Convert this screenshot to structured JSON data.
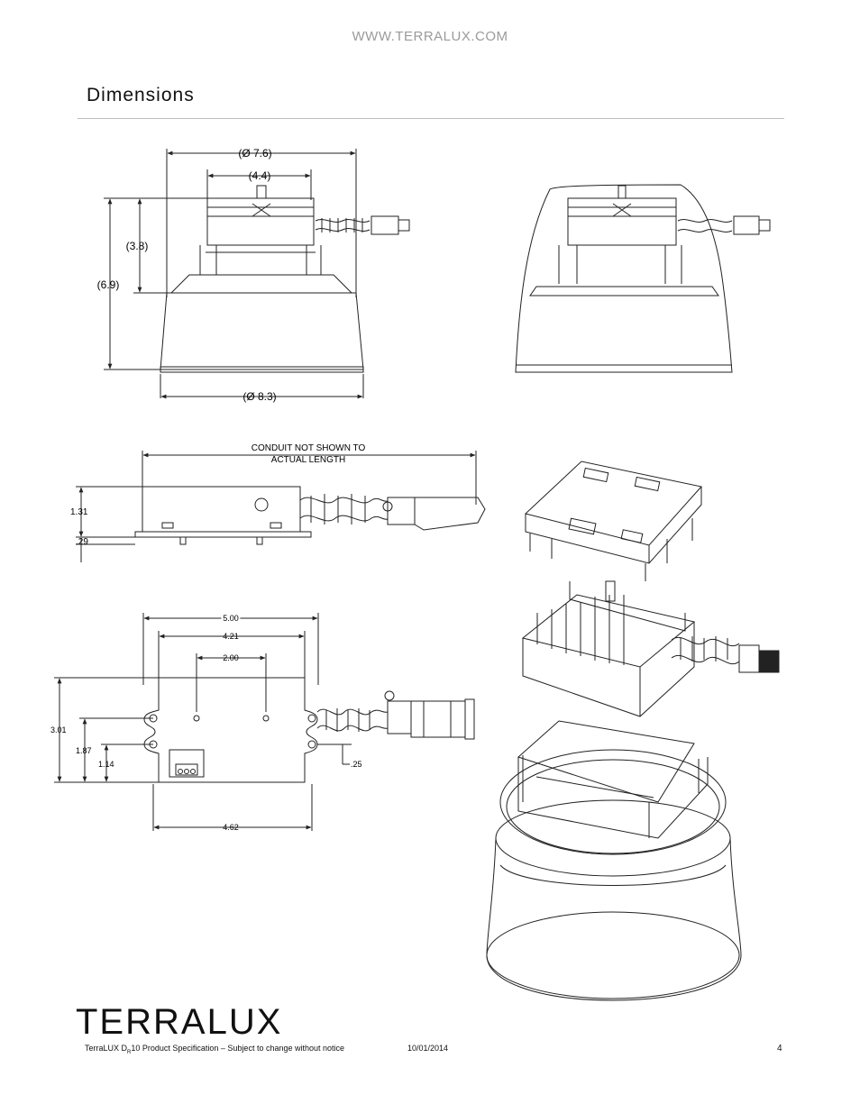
{
  "header": {
    "url": "WWW.TERRALUX.COM",
    "title": "Dimensions"
  },
  "drawing": {
    "top_view": {
      "dim_top_diameter": "(Ø 7.6)",
      "dim_box_width": "(4.4)",
      "dim_upper_height": "(3.8)",
      "dim_total_height": "(6.9)",
      "dim_base_diameter": "(Ø 8.3)"
    },
    "side_view": {
      "note_line1": "CONDUIT NOT SHOWN TO",
      "note_line2": "ACTUAL LENGTH",
      "dim_height": "1.31",
      "dim_flange": ".29"
    },
    "plan_view": {
      "dim_overall": "5.00",
      "dim_mount": "4.21",
      "dim_holes": "2.00",
      "dim_depth": "3.01",
      "dim_slot_upper": "1.87",
      "dim_slot_lower": "1.14",
      "dim_offset": ".25",
      "dim_bottom": "4.62"
    }
  },
  "footer": {
    "logo": "TERRALUX",
    "spec_prefix": "TerraLUX D",
    "spec_sub": "R",
    "spec_suffix": "10 Product Specification – Subject to change without notice",
    "date": "10/01/2014",
    "page": "4"
  }
}
